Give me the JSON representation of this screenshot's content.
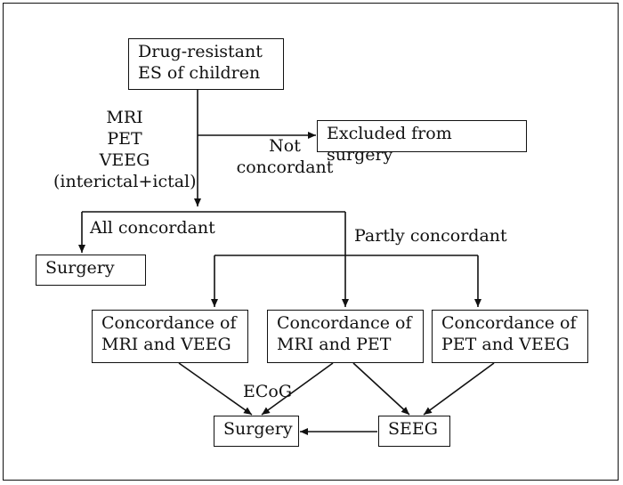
{
  "nodes": {
    "start": [
      "Drug-resistant",
      "ES of children"
    ],
    "excluded": "Excluded from surgery",
    "surgery_top": "Surgery",
    "mri_veeg": [
      "Concordance of",
      "MRI and VEEG"
    ],
    "mri_pet": [
      "Concordance of",
      "MRI and PET"
    ],
    "pet_veeg": [
      "Concordance of",
      "PET and VEEG"
    ],
    "surgery_bottom": "Surgery",
    "seeg": "SEEG"
  },
  "labels": {
    "exams": [
      "MRI",
      "PET",
      "VEEG",
      "(interictal+ictal)"
    ],
    "not_concordant": [
      "Not",
      "concordant"
    ],
    "all_concordant": "All concordant",
    "partly_concordant": "Partly concordant",
    "ecog": "ECoG"
  }
}
